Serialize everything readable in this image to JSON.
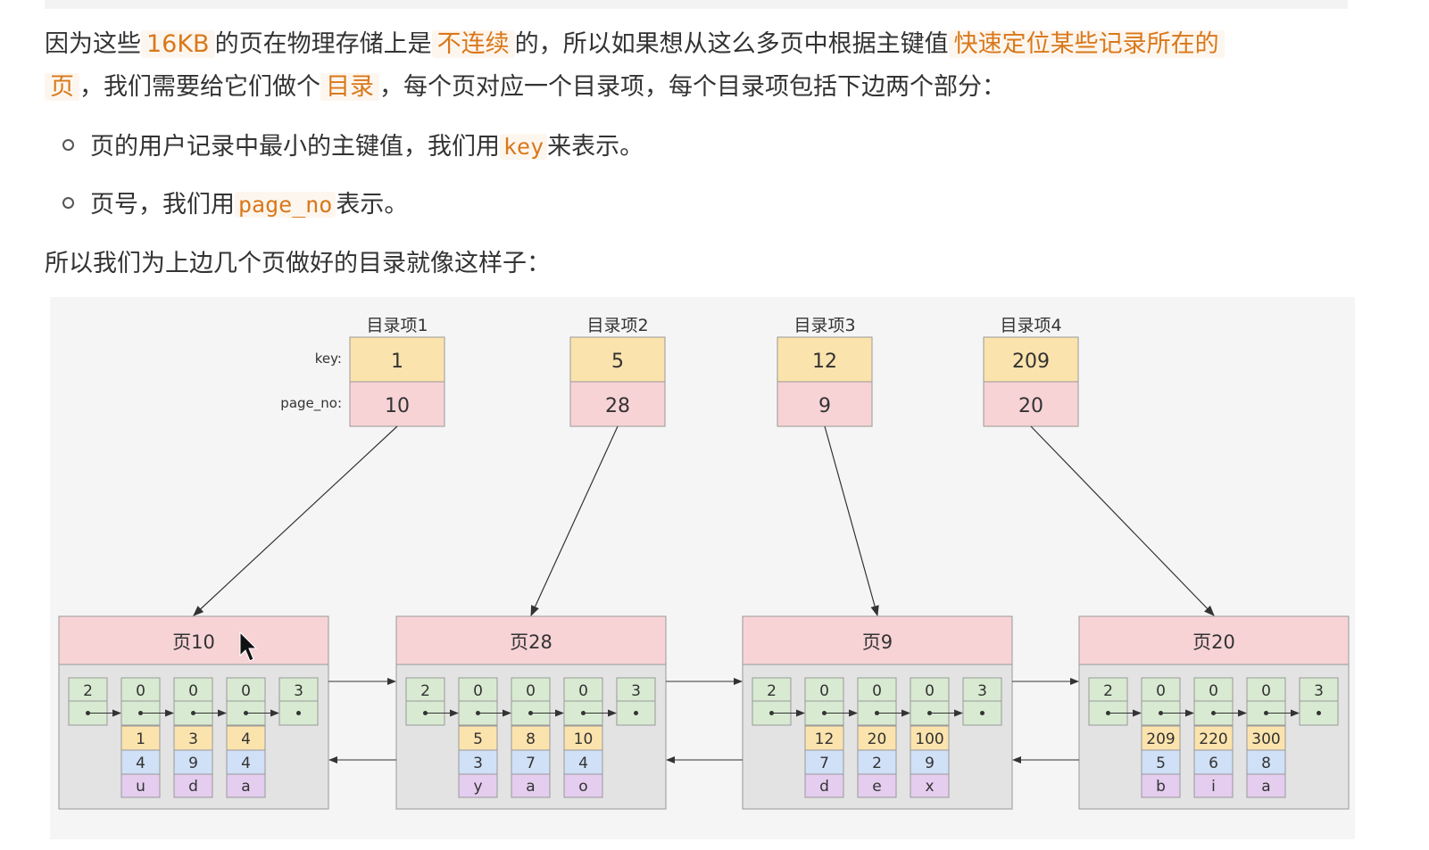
{
  "paragraph1": {
    "p1": "因为这些",
    "h1": "16KB",
    "p2": "的页在物理存储上是",
    "h2": "不连续",
    "p3": "的，所以如果想从这么多页中根据主键值",
    "h3a": "快速定位某些记录所在的",
    "h3b": "页",
    "p4": "，我们需要给它们做个",
    "h4": "目录",
    "p5": "，每个页对应一个目录项，每个目录项包括下边两个部分："
  },
  "bullets": [
    {
      "pre": "页的用户记录中最小的主键值，我们用",
      "code": "key",
      "post": "来表示。"
    },
    {
      "pre": "页号，我们用",
      "code": "page_no",
      "post": "表示。"
    }
  ],
  "paragraph2": "所以我们为上边几个页做好的目录就像这样子：",
  "diagram": {
    "key_label": "key:",
    "page_no_label": "page_no:",
    "entries": [
      {
        "title": "目录项1",
        "key": "1",
        "page_no": "10"
      },
      {
        "title": "目录项2",
        "key": "5",
        "page_no": "28"
      },
      {
        "title": "目录项3",
        "key": "12",
        "page_no": "9"
      },
      {
        "title": "目录项4",
        "key": "209",
        "page_no": "20"
      }
    ],
    "pages": [
      {
        "title": "页10",
        "headers": [
          "2",
          "0",
          "0",
          "0",
          "3"
        ],
        "keys": [
          "1",
          "3",
          "4"
        ],
        "mid": [
          "4",
          "9",
          "4"
        ],
        "vals": [
          "u",
          "d",
          "a"
        ]
      },
      {
        "title": "页28",
        "headers": [
          "2",
          "0",
          "0",
          "0",
          "3"
        ],
        "keys": [
          "5",
          "8",
          "10"
        ],
        "mid": [
          "3",
          "7",
          "4"
        ],
        "vals": [
          "y",
          "a",
          "o"
        ]
      },
      {
        "title": "页9",
        "headers": [
          "2",
          "0",
          "0",
          "0",
          "3"
        ],
        "keys": [
          "12",
          "20",
          "100"
        ],
        "mid": [
          "7",
          "2",
          "9"
        ],
        "vals": [
          "d",
          "e",
          "x"
        ]
      },
      {
        "title": "页20",
        "headers": [
          "2",
          "0",
          "0",
          "0",
          "3"
        ],
        "keys": [
          "209",
          "220",
          "300"
        ],
        "mid": [
          "5",
          "6",
          "8"
        ],
        "vals": [
          "b",
          "i",
          "a"
        ]
      }
    ],
    "colors": {
      "key_fill": "#fbe3ad",
      "page_no_fill": "#f7d3d6",
      "border": "#999999",
      "page_header": "#f7d3d6",
      "page_body": "#e3e3e3",
      "green": "#d8ead1",
      "blue": "#cfe0f7",
      "purple": "#e4cdee",
      "yellow": "#fbe3ad"
    }
  }
}
